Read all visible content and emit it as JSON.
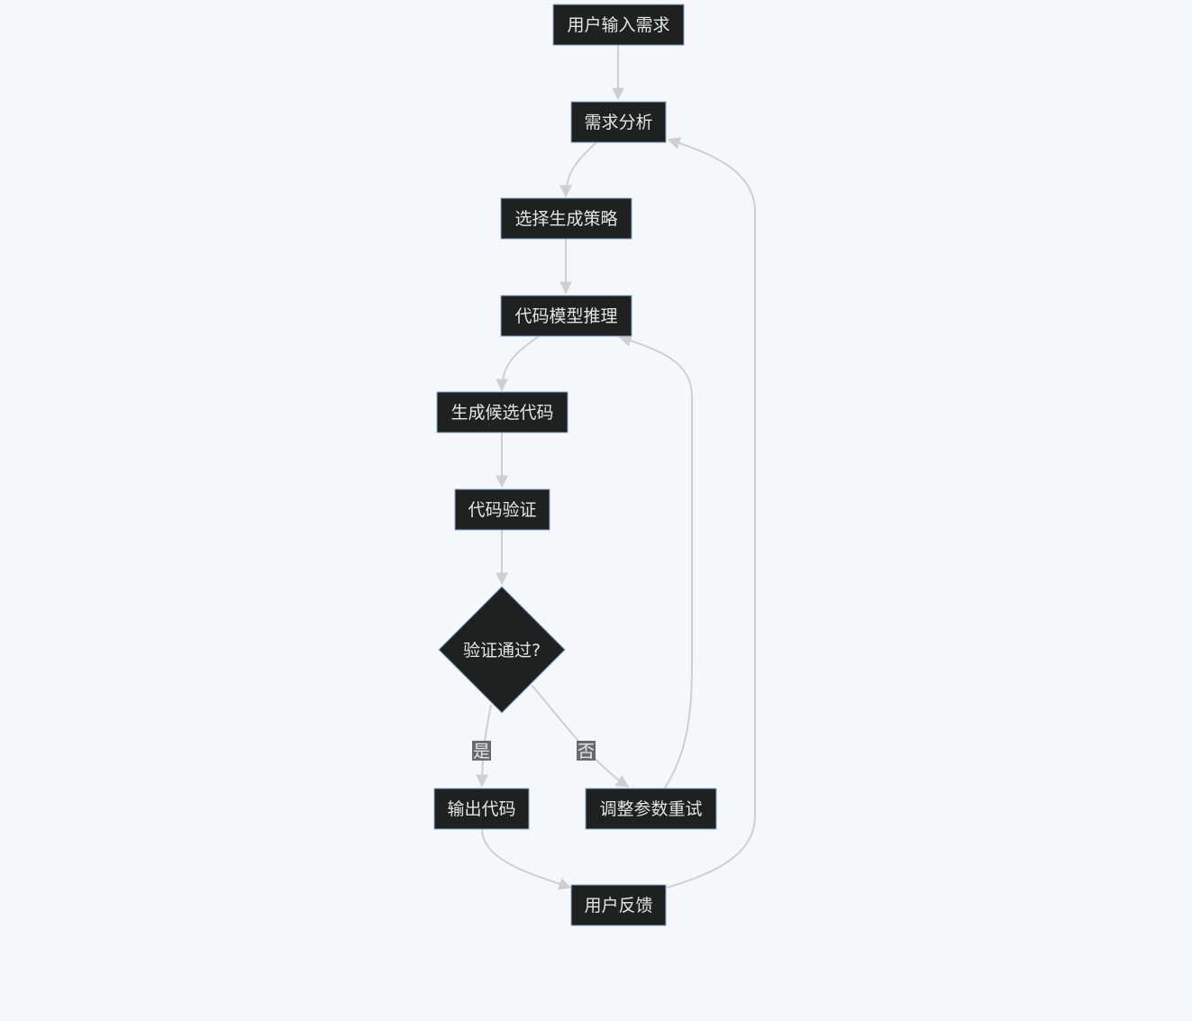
{
  "diagram": {
    "type": "flowchart",
    "nodes": {
      "input": "用户输入需求",
      "analysis": "需求分析",
      "strategy": "选择生成策略",
      "inference": "代码模型推理",
      "candidates": "生成候选代码",
      "verify": "代码验证",
      "decision": "验证通过?",
      "output": "输出代码",
      "retry": "调整参数重试",
      "feedback": "用户反馈"
    },
    "edge_labels": {
      "yes": "是",
      "no": "否"
    },
    "colors": {
      "background": "#f5f7fa",
      "node_fill": "#1f2020",
      "node_border": "#7fa6d0",
      "edge": "#cfcfcf",
      "text": "#e3e3e3"
    }
  }
}
